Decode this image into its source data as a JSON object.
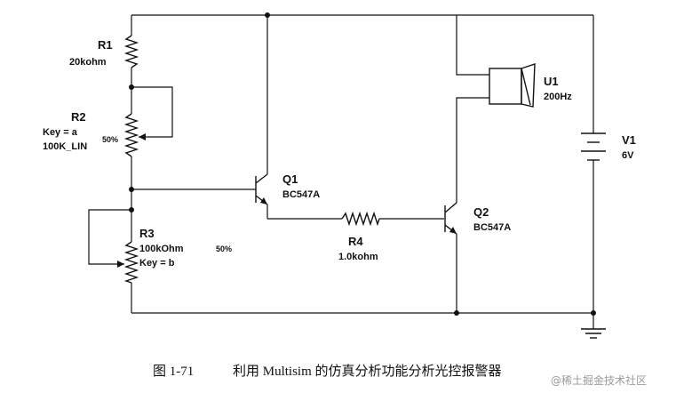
{
  "components": {
    "R1": {
      "ref": "R1",
      "value": "20kohm"
    },
    "R2": {
      "ref": "R2",
      "key": "Key = a",
      "value": "100K_LIN",
      "setting": "50%"
    },
    "R3": {
      "ref": "R3",
      "value": "100kOhm",
      "key": "Key = b",
      "setting": "50%"
    },
    "R4": {
      "ref": "R4",
      "value": "1.0kohm"
    },
    "Q1": {
      "ref": "Q1",
      "model": "BC547A"
    },
    "Q2": {
      "ref": "Q2",
      "model": "BC547A"
    },
    "U1": {
      "ref": "U1",
      "value": "200Hz"
    },
    "V1": {
      "ref": "V1",
      "value": "6V"
    }
  },
  "caption": {
    "figure_number": "图 1-71",
    "text": "利用 Multisim 的仿真分析功能分析光控报警器"
  },
  "watermark": "@稀土掘金技术社区"
}
